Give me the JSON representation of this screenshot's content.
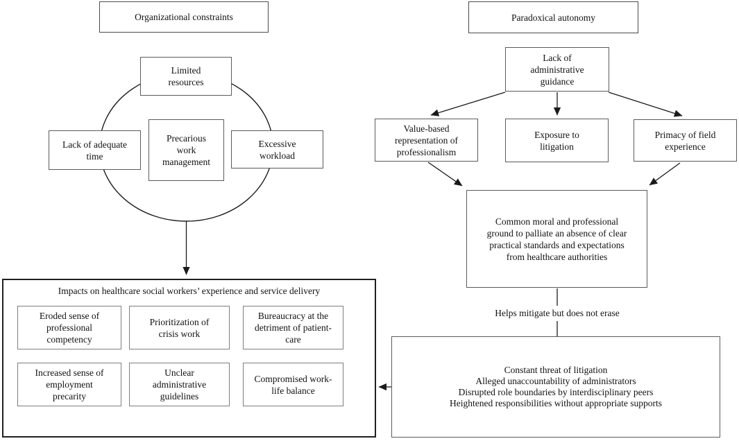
{
  "left": {
    "header": "Organizational constraints",
    "circle": {
      "top": "Limited\nresources",
      "left": "Lack of adequate\ntime",
      "center": "Precarious\nwork\nmanagement",
      "right": "Excessive\nworkload"
    },
    "impacts": {
      "title": "Impacts on healthcare social workers’ experience and service delivery",
      "items": [
        "Eroded sense of\nprofessional\ncompetency",
        "Prioritization of\ncrisis work",
        "Bureaucracy at the\ndetriment of patient-\ncare",
        "Increased sense of\nemployment\nprecarity",
        "Unclear\nadministrative\nguidelines",
        "Compromised work-\nlife balance"
      ]
    }
  },
  "right": {
    "header": "Paradoxical autonomy",
    "source": "Lack of\nadministrative\nguidance",
    "factors": [
      "Value-based\nrepresentation of\nprofessionalism",
      "Exposure to\nlitigation",
      "Primacy of field\nexperience"
    ],
    "common_ground": "Common moral and professional\nground to palliate an absence of clear\npractical standards and expectations\nfrom healthcare authorities",
    "mitigation_label": "Helps mitigate but does not erase",
    "threats": [
      "Constant threat of litigation",
      "Alleged unaccountability of administrators",
      "Disrupted role boundaries by interdisciplinary peers",
      "Heightened responsibilities without appropriate supports"
    ]
  },
  "colors": {
    "background": "#ffffff",
    "text": "#111111",
    "line": "#1a1a1a",
    "box_border": "#5a5a5a",
    "container_border": "#1f1f1f"
  }
}
